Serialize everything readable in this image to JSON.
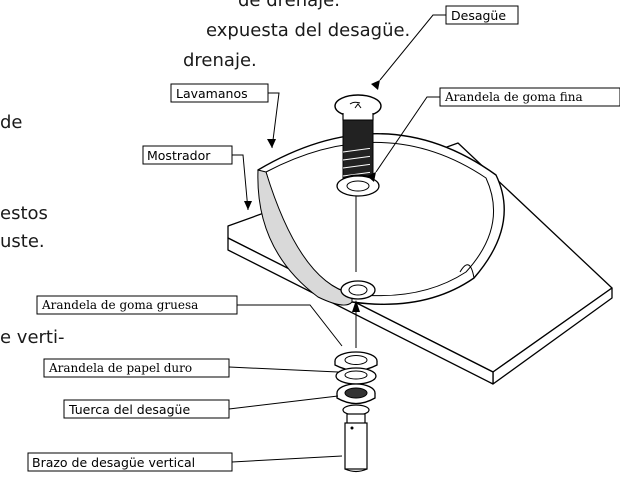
{
  "text_lines": [
    "de drenaje.",
    "expuesta del desagüe.",
    "drenaje.",
    "de",
    "estos",
    "uste.",
    "e verti-"
  ],
  "labels": {
    "desague": "Desagüe",
    "arandela_fina": "Arandela de goma fina",
    "lavamanos": "Lavamanos",
    "mostrador": "Mostrador",
    "arandela_gruesa": "Arandela de goma gruesa",
    "arandela_papel": "Arandela de papel duro",
    "tuerca": "Tuerca del desagüe",
    "brazo": "Brazo de desagüe vertical"
  }
}
